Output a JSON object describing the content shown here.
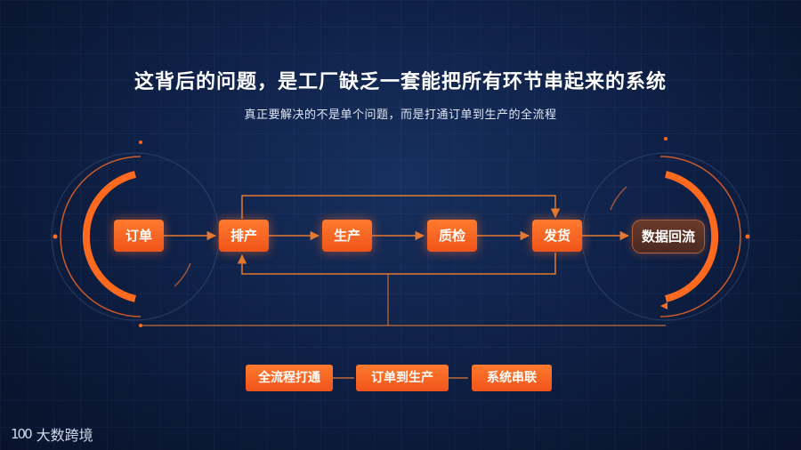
{
  "title": "这背后的问题，是工厂缺乏一套能把所有环节串起来的系统",
  "subtitle": "真正要解决的不是单个问题，而是打通订单到生产的全流程",
  "flow": {
    "nodes": [
      "订单",
      "排产",
      "生产",
      "质检",
      "发货"
    ],
    "end_node": "数据回流"
  },
  "tags": [
    "全流程打通",
    "订单到生产",
    "系统串联"
  ],
  "logo": {
    "mark": "100",
    "text": "大数跨境"
  },
  "colors": {
    "accent": "#f25a1c",
    "line": "#e5792f",
    "background": "#0f2148"
  }
}
